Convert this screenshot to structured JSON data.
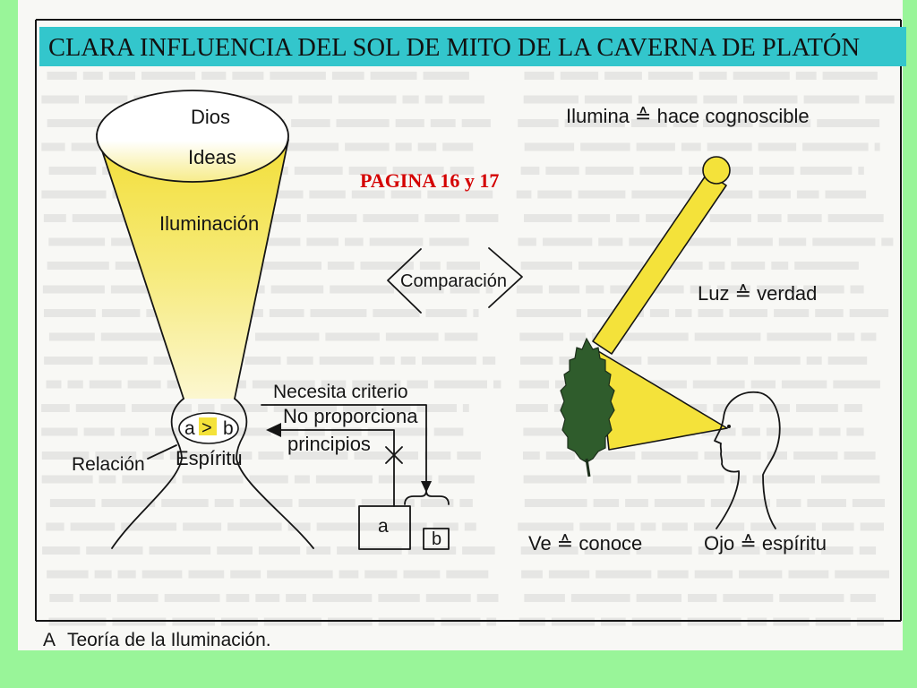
{
  "slide": {
    "title": "CLARA INFLUENCIA DEL SOL DE MITO DE LA CAVERNA DE PLATÓN",
    "page_note": "PAGINA 16 y 17"
  },
  "diagram": {
    "caption": {
      "letter": "A",
      "text": "Teoría de la Iluminación."
    },
    "cone": {
      "top": "Dios",
      "upper": "Ideas",
      "middle": "Iluminación"
    },
    "mind": {
      "a": "a",
      "op": ">",
      "b": "b",
      "label": "Espíritu",
      "relation": "Relación"
    },
    "comparison": "Comparación",
    "criterion": {
      "needs": "Necesita criterio",
      "not_provides": "No proporciona",
      "principles": "principios"
    },
    "boxes": {
      "a": "a",
      "b": "b"
    },
    "analogy": {
      "illuminates": "Ilumina ≙ hace cognoscible",
      "light": "Luz ≙ verdad",
      "sees": "Ve ≙ conoce",
      "eye": "Ojo ≙ espíritu"
    }
  },
  "colors": {
    "background": "#99F599",
    "title_bar": "#33C6CC",
    "note": "#D40000",
    "light": "#F4E23A",
    "tree": "#2F5C2C"
  }
}
